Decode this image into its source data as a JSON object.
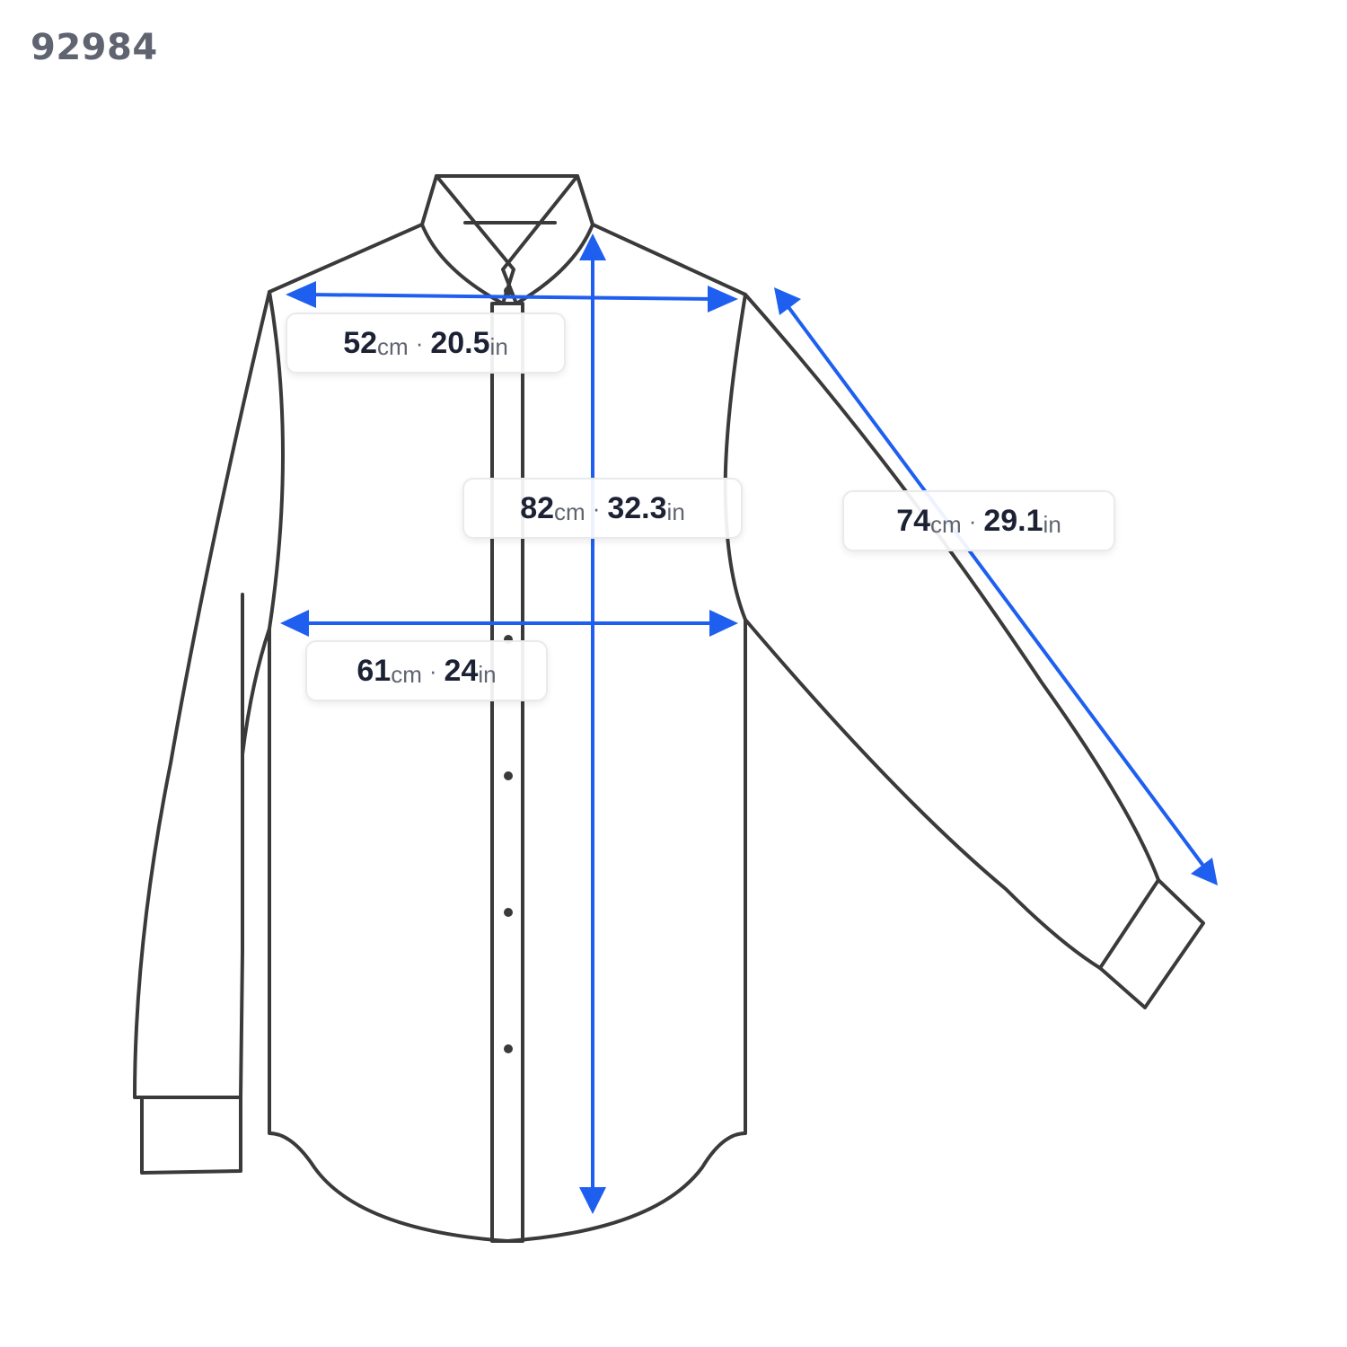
{
  "product_code": "92984",
  "diagram_subject": "long sleeve shirt",
  "accent_color": "#1f5ff0",
  "outline_color": "#3a3a3a",
  "measurements": {
    "shoulder": {
      "cm": "52",
      "cm_unit": "cm",
      "in": "20.5",
      "in_unit": "in"
    },
    "length": {
      "cm": "82",
      "cm_unit": "cm",
      "in": "32.3",
      "in_unit": "in"
    },
    "sleeve": {
      "cm": "74",
      "cm_unit": "cm",
      "in": "29.1",
      "in_unit": "in"
    },
    "chest": {
      "cm": "61",
      "cm_unit": "cm",
      "in": "24",
      "in_unit": "in"
    }
  },
  "separator": "·"
}
